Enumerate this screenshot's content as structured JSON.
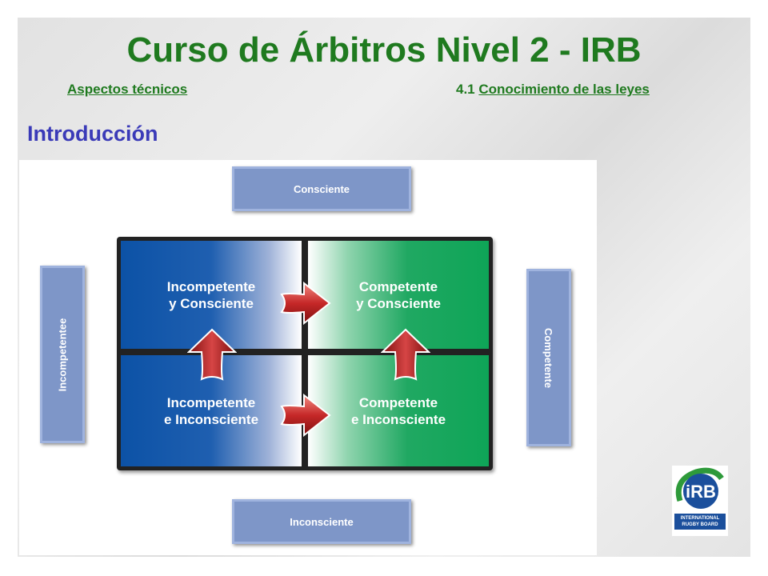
{
  "header": {
    "title": "Curso de Árbitros Nivel 2 - IRB",
    "link_left": "Aspectos técnicos",
    "section_number": "4.1",
    "link_right": "Conocimiento de las leyes"
  },
  "section_heading": "Introducción",
  "diagram": {
    "top_label": "Consciente",
    "bottom_label": "Inconsciente",
    "left_label": "Incompetentee",
    "right_label": "Competente",
    "quadrants": {
      "top_left": {
        "line1": "Incompetente",
        "line2": "y Consciente"
      },
      "top_right": {
        "line1": "Competente",
        "line2": "y Consciente"
      },
      "bottom_left": {
        "line1": "Incompetente",
        "line2": "e Inconsciente"
      },
      "bottom_right": {
        "line1": "Competente",
        "line2": "e Inconsciente"
      }
    }
  },
  "logo": {
    "mark": "iRB",
    "line1": "INTERNATIONAL",
    "line2": "RUGBY BOARD"
  },
  "colors": {
    "title_green": "#1f7a1f",
    "heading_blue": "#3a3ab8",
    "tab_blue": "#7e96c8",
    "quadrant_blue": "#0c52a6",
    "quadrant_green": "#0ea557",
    "arrow_red": "#c62828"
  },
  "icons": [
    "arrow-right-icon",
    "arrow-up-icon",
    "irb-logo"
  ]
}
